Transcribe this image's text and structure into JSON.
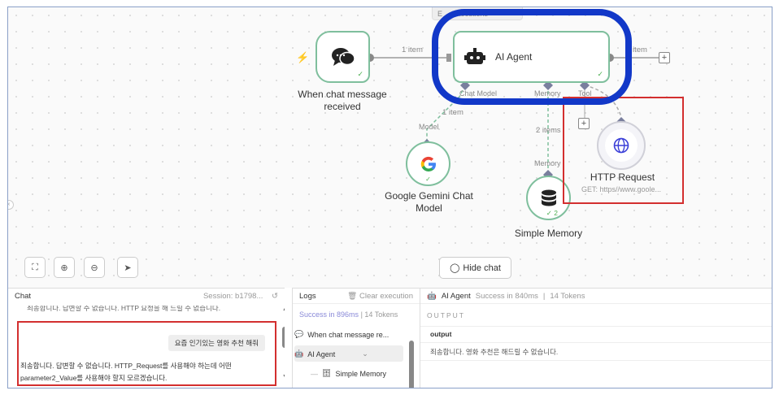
{
  "canvas": {
    "tabs": [
      "E",
      "Executions"
    ],
    "edge_labels": {
      "trigger_to_agent": "1 item",
      "agent_out": "item",
      "model_items": "1 item",
      "memory_items": "2 items"
    },
    "port_labels": {
      "chat_model": "Chat Model",
      "memory": "Memory",
      "tool": "Tool",
      "model_target": "Model",
      "memory_target": "Memory"
    },
    "nodes": {
      "trigger": "When chat message received",
      "agent": "AI Agent",
      "gemini": "Google Gemini Chat Model",
      "memory": "Simple Memory",
      "memory_count": "2",
      "http": "HTTP Request",
      "http_sub": "GET: https//www.goole..."
    },
    "hide_chat": "Hide chat"
  },
  "chat": {
    "title": "Chat",
    "session": "Session: b1798...",
    "cut_line": "죄송합니다. 답변할 수 없습니다. HTTP 요청을 해 드릴 수 없습니다.",
    "user_message": "요즘 인기있는 영화 추천 해줘",
    "bot_message_1": "죄송합니다. 답변할 수 없습니다. HTTP_Request를 사용해야 하는데 어떤",
    "bot_message_2": "parameter2_Value를 사용해야 할지 모르겠습니다."
  },
  "logs": {
    "title": "Logs",
    "clear": "Clear execution",
    "status": "Success in 896ms",
    "tokens": "14 Tokens",
    "items": [
      "When chat message re...",
      "AI Agent",
      "Simple Memory"
    ]
  },
  "output": {
    "node": "AI Agent",
    "status": "Success in 840ms",
    "tokens": "14 Tokens",
    "heading": "OUTPUT",
    "field": "output",
    "value": "죄송합니다. 영화 추천은 해드릴 수 없습니다."
  },
  "colors": {
    "node_border": "#7fbf9d",
    "highlight_red": "#d32f2f",
    "annotation_blue": "#1238c8",
    "trigger_bolt": "#ff6d5a",
    "edge": "#999999"
  }
}
